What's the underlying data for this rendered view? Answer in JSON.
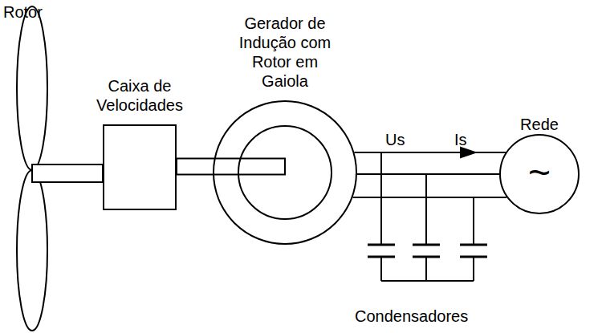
{
  "diagram": {
    "nodes": [
      {
        "text": [
          "Caixa de Velocidades"
        ]
      },
      {
        "text": [
          "Gerador de Indução com Rotor em Gaiola"
        ]
      },
      {
        "text": [
          "Rede",
          "~"
        ]
      }
    ],
    "edges": [
      {
        "from": 0,
        "to": 1,
        "arrow": "none"
      },
      {
        "from": 1,
        "to": 2,
        "arrow": "none"
      }
    ],
    "labels": [
      "Rotor",
      "Us",
      "Is",
      "Condensadores"
    ]
  }
}
